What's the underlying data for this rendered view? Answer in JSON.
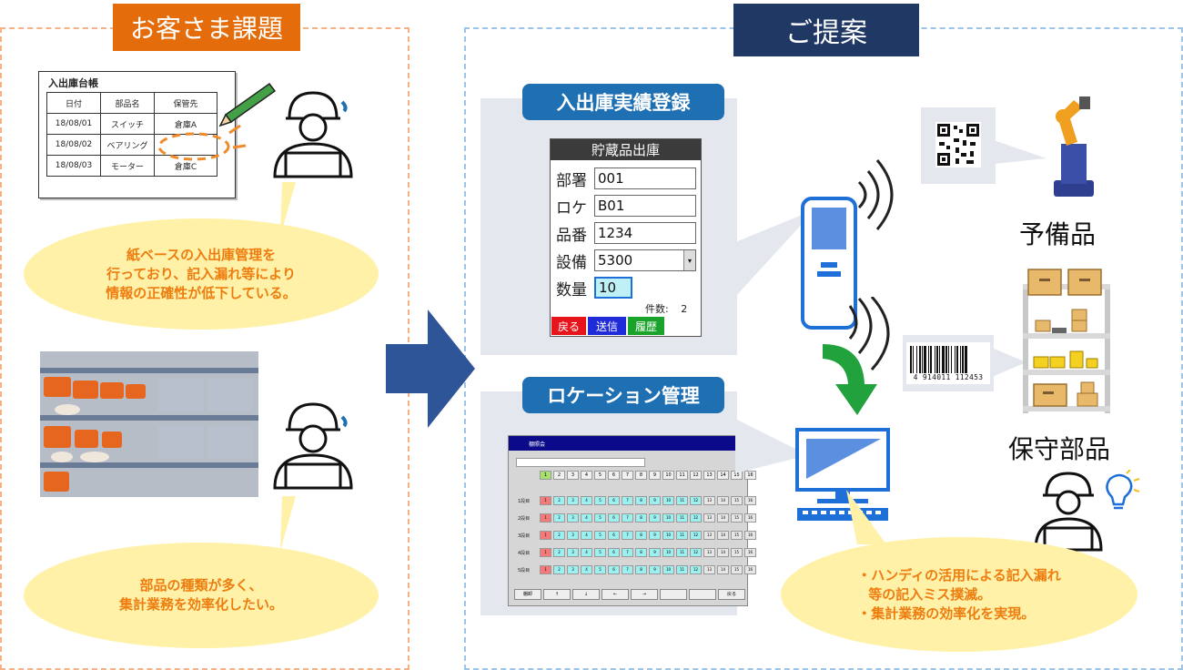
{
  "headers": {
    "customer_issue": "お客さま課題",
    "proposal": "ご提案"
  },
  "ledger": {
    "title": "入出庫台帳",
    "columns": [
      "日付",
      "部品名",
      "保管先"
    ],
    "rows": [
      [
        "18/08/01",
        "スイッチ",
        "倉庫A"
      ],
      [
        "18/08/02",
        "ベアリング",
        ""
      ],
      [
        "18/08/03",
        "モーター",
        "倉庫C"
      ]
    ]
  },
  "bubbles": {
    "issue1": [
      "紙ベースの入出庫管理を",
      "行っており、記入漏れ等により",
      "情報の正確性が低下している。"
    ],
    "issue2": [
      "部品の種類が多く、",
      "集計業務を効率化したい。"
    ],
    "solution": [
      "・ハンディの活用による記入漏れ",
      "等の記入ミス撲滅。",
      "・集計業務の効率化を実現。"
    ]
  },
  "sections": {
    "inout": "入出庫実績登録",
    "location": "ロケーション管理"
  },
  "terminal": {
    "title": "貯蔵品出庫",
    "fields": [
      {
        "label": "部署",
        "value": "001"
      },
      {
        "label": "ロケ",
        "value": "B01"
      },
      {
        "label": "品番",
        "value": "1234"
      },
      {
        "label": "設備",
        "value": "5300"
      },
      {
        "label": "数量",
        "value": "10"
      }
    ],
    "count_label": "件数:",
    "count_value": "2",
    "buttons": [
      {
        "label": "戻る",
        "color": "#e8141b"
      },
      {
        "label": "送信",
        "color": "#1f2bd8"
      },
      {
        "label": "履歴",
        "color": "#19a32a"
      }
    ]
  },
  "location_screen": {
    "title": "棚照会",
    "row_labels": [
      "1段目",
      "2段目",
      "3段目",
      "4段目",
      "5段目"
    ],
    "column_numbers": [
      "1",
      "2",
      "3",
      "4",
      "5",
      "6",
      "7",
      "8",
      "9",
      "10",
      "11",
      "12",
      "13",
      "14",
      "15",
      "16"
    ],
    "footer_buttons": [
      "棚卸",
      "↑",
      "↓",
      "←",
      "→",
      "",
      "",
      "戻る"
    ]
  },
  "labels": {
    "spare": "予備品",
    "maintenance": "保守部品",
    "barcode_number": "4 914011 112453"
  },
  "colors": {
    "orange": "#e46c0a",
    "navy": "#1f3864",
    "arrow_blue": "#2e5597",
    "arrow_green": "#22a23c",
    "bubble": "#fff2a8",
    "section_title": "#1f6fb3"
  }
}
